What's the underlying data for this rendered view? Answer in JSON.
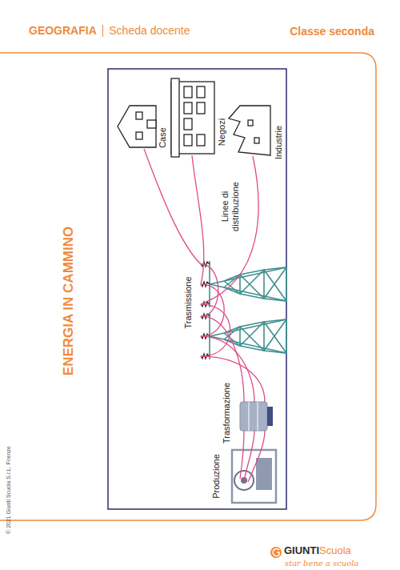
{
  "diagram": {
    "title": "ENERGIA IN CAMMINO",
    "labels": [
      "GEOGRAFIA",
      "Scheda docente",
      "Classe seconda",
      "Case",
      "Negozi",
      "Industrie",
      "Linee di distribuzione",
      "Trasmissione",
      "Trasformazione",
      "Produzione",
      "© 2021 Giunti Scuola S.r.L. Firenze",
      "GIUNTI",
      "Scuola",
      "star bene a scuola"
    ]
  }
}
